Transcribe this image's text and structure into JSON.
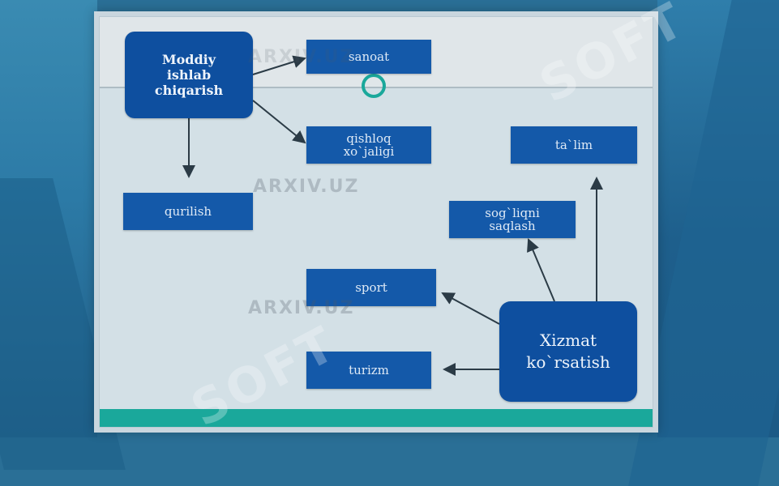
{
  "colors": {
    "node_fill": "#1459a9",
    "hub_fill": "#0e4f9f",
    "arrow": "#2b3b46",
    "accent_teal": "#1aa89b"
  },
  "diagram": {
    "hub_production": "Moddiy\nishlab\nchiqarish",
    "hub_service": "Xizmat\nko`rsatish",
    "nodes": {
      "sanoat": "sanoat",
      "qishloq": "qishloq\nxo`jaligi",
      "qurilish": "qurilish",
      "talim": "ta`lim",
      "soglik": "sog`liqni\nsaqlash",
      "sport": "sport",
      "turizm": "turizm"
    }
  },
  "watermarks": {
    "arxiv": "ARXIV.UZ",
    "soft": "SOFT"
  }
}
